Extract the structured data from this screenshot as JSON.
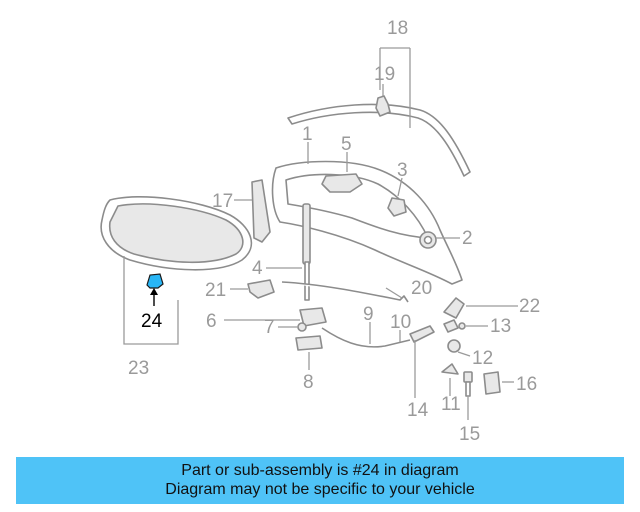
{
  "callouts": {
    "c1": "1",
    "c2": "2",
    "c3": "3",
    "c4": "4",
    "c5": "5",
    "c6": "6",
    "c7": "7",
    "c8": "8",
    "c9": "9",
    "c10": "10",
    "c11": "11",
    "c12": "12",
    "c13": "13",
    "c14": "14",
    "c15": "15",
    "c16": "16",
    "c17": "17",
    "c18": "18",
    "c19": "19",
    "c20": "20",
    "c21": "21",
    "c22": "22",
    "c23": "23",
    "c24": "24"
  },
  "highlight": {
    "part_color": "#29b6f6"
  },
  "banner": {
    "line1": "Part or sub-assembly is #24 in diagram",
    "line2": "Diagram may not be specific to your vehicle",
    "color": "#4fc3f7"
  }
}
